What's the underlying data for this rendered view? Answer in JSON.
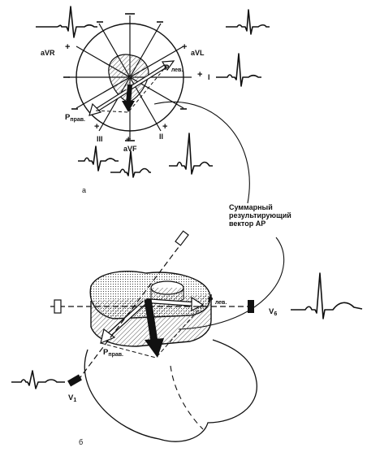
{
  "panel_a": {
    "panel_label": "а",
    "leads": {
      "aVR": "aVR",
      "aVL": "aVL",
      "I": "I",
      "II": "II",
      "III": "III",
      "aVF": "aVF"
    },
    "signs": {
      "plus": "+",
      "minus": "−"
    },
    "vectors": {
      "p_left": "P",
      "p_left_sub": "лев.",
      "p_right": "P",
      "p_right_sub": "прав."
    }
  },
  "panel_b": {
    "panel_label": "б",
    "vectors": {
      "p_left": "P",
      "p_left_sub": "лев.",
      "p_right": "P",
      "p_right_sub": "прав."
    },
    "electrodes": {
      "v6": "V",
      "v6_sub": "6",
      "v1": "V",
      "v1_sub": "1"
    }
  },
  "annotation": {
    "line1": "Суммарный",
    "line2": "результирующий",
    "line3": "вектор АР"
  },
  "colors": {
    "ink": "#111111",
    "paper": "#ffffff",
    "hatch": "#555555"
  }
}
